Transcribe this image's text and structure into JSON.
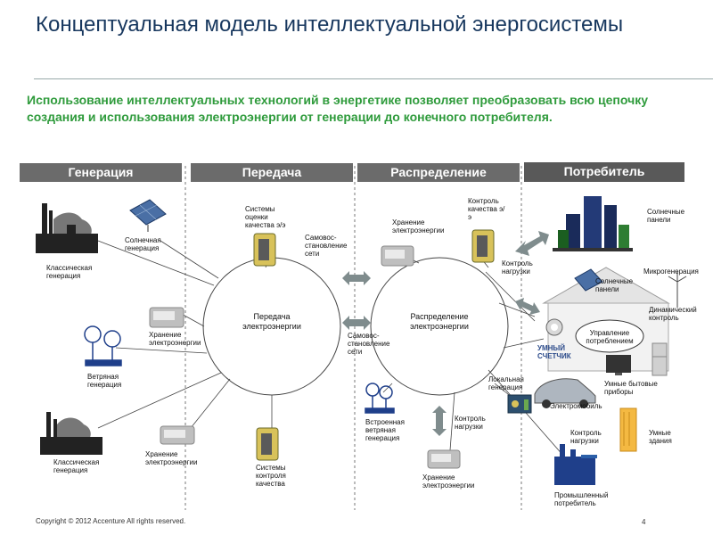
{
  "title": "Концептуальная модель интеллектуальной энергосистемы",
  "subtitle": "Использование интеллектуальных технологий в энергетике позволяет преобразовать всю цепочку создания и использования электроэнергии от генерации до конечного потребителя.",
  "bands": {
    "generation": "Генерация",
    "transmission": "Передача",
    "distribution": "Распределение",
    "consumer": "Потребитель"
  },
  "circles": {
    "transmission": "Передача электроэнергии",
    "distribution": "Распределение электроэнергии"
  },
  "labels": {
    "classic_gen_1": "Классическая генерация",
    "solar_gen": "Солнечная генерация",
    "storage_1": "Хранение электроэнергии",
    "wind_gen": "Ветряная генерация",
    "classic_gen_2": "Классическая генерация",
    "storage_2": "Хранение электроэнергии",
    "quality_systems": "Системы оценки качества э/э",
    "self_heal_1": "Самовос- становление сети",
    "self_heal_2": "Самовос- становление сети",
    "control_quality": "Системы контроля качества",
    "storage_3": "Хранение электроэнергии",
    "quality_control": "Контроль качества э/э",
    "load_control_1": "Контроль нагрузки",
    "embedded_wind": "Встроенная ветряная генерация",
    "load_control_2": "Контроль нагрузки",
    "storage_4": "Хранение электроэнергии",
    "local_gen": "Локальная генерация",
    "solar_panels_1": "Солнечные панели",
    "solar_panels_2": "Солнечные панели",
    "microgen": "Микрогенерация",
    "dynamic_control": "Динамический контроль",
    "consumption_mgmt": "Управление потреблением",
    "smart_meter": "УМНЫЙ СЧЕТЧИК",
    "smart_appliances": "Умные бытовые приборы",
    "ev": "Электромобиль",
    "load_control_3": "Контроль нагрузки",
    "smart_buildings": "Умные здания",
    "industrial": "Промышленный потребитель"
  },
  "footer": "Copyright © 2012 Accenture All rights reserved.",
  "page_number": "4",
  "colors": {
    "title": "#17375e",
    "subtitle": "#2f9b3c",
    "band": "#6b6b6b",
    "arrow": "#7f8c8d"
  }
}
